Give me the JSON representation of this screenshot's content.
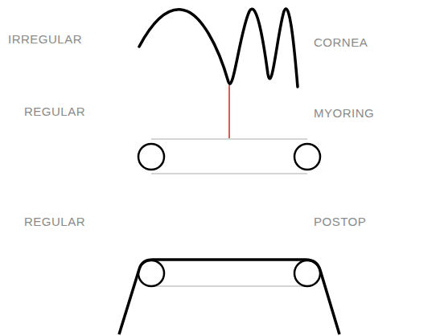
{
  "diagram": {
    "labels": [
      "IRREGULAR",
      "CORNEA",
      "REGULAR",
      "MYORING",
      "REGULAR",
      "POSTOP"
    ]
  }
}
